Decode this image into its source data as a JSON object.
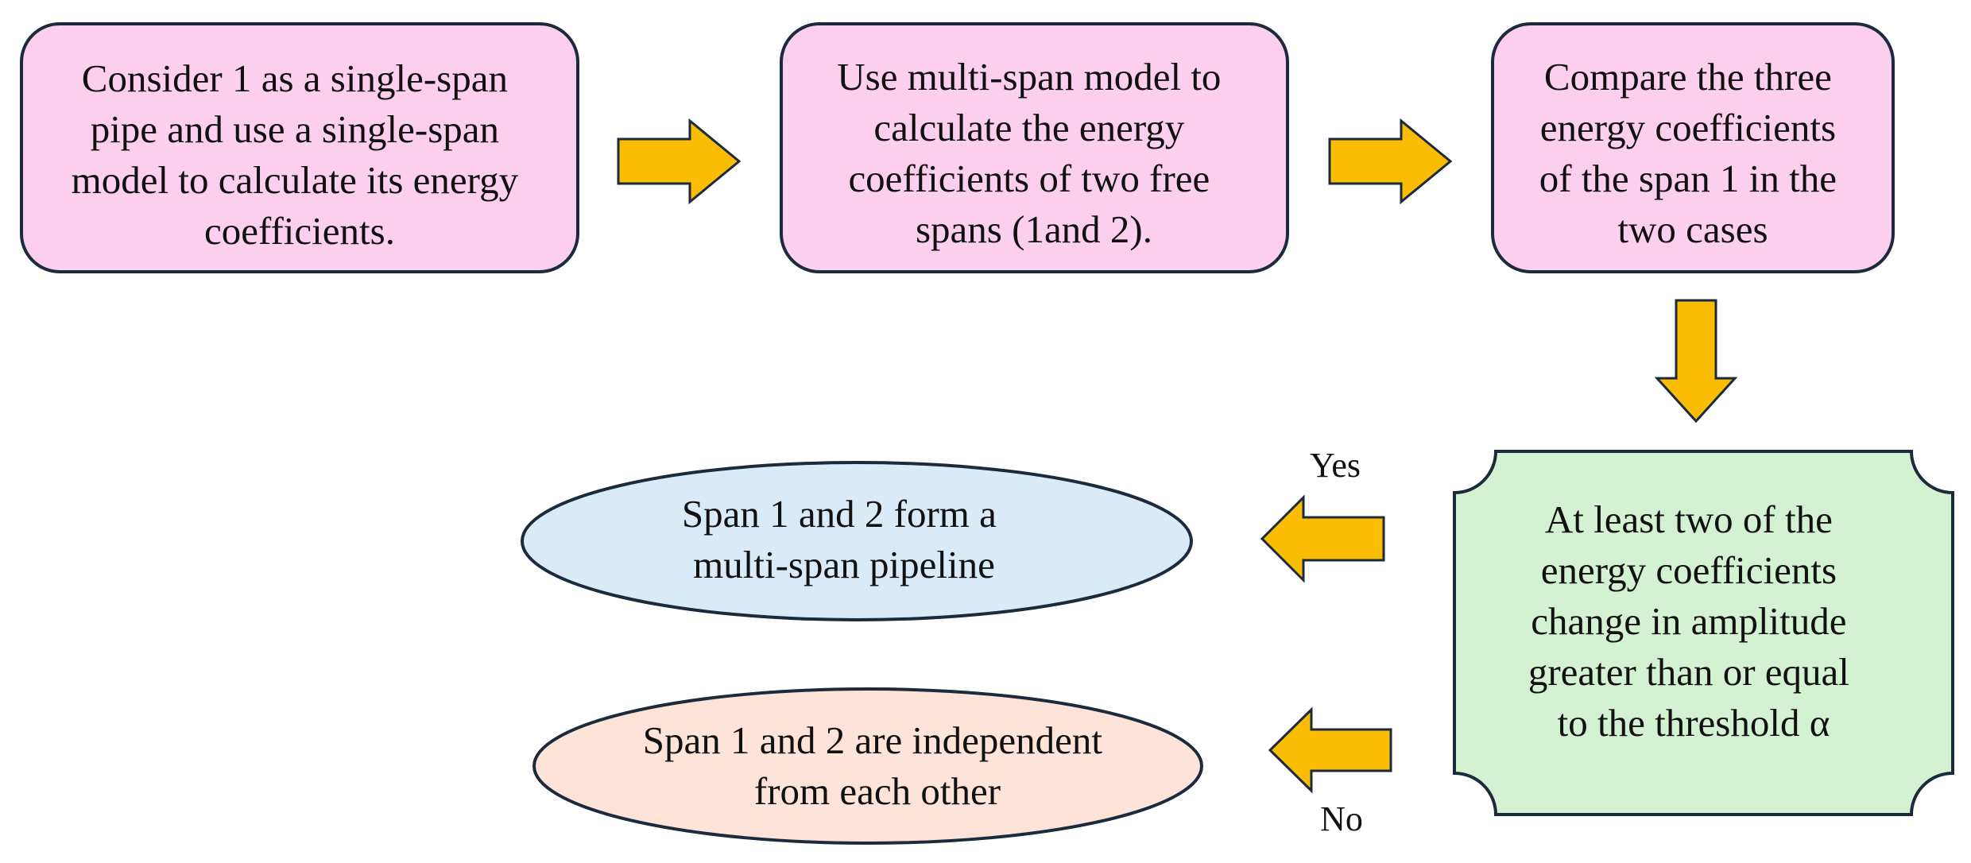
{
  "colors": {
    "step_box_fill": "#fccfec",
    "step_box_stroke": "#1b2a3c",
    "decision_fill": "#d3f2d2",
    "result_multi_fill": "#d9ebf7",
    "result_independent_fill": "#fde3d8",
    "arrow_fill": "#fbbc04",
    "arrow_stroke": "#1b2a3c"
  },
  "steps": [
    {
      "lines": [
        "Consider 1 as a single-span",
        "pipe and use a single-span",
        "model to calculate its energy",
        "coefficients."
      ]
    },
    {
      "lines": [
        "Use multi-span model to",
        "calculate the energy",
        "coefficients of two free",
        "spans (1and 2)."
      ]
    },
    {
      "lines": [
        "Compare the three",
        "energy coefficients",
        "of the span 1 in the",
        "two cases"
      ]
    }
  ],
  "decision": {
    "lines": [
      "At least two of the",
      "energy coefficients",
      "change in amplitude",
      "greater than or equal",
      "to the threshold α"
    ]
  },
  "outcomes": {
    "yes_label": "Yes",
    "no_label": "No",
    "multi_span": {
      "lines": [
        "Span 1 and 2 form a",
        "multi-span pipeline"
      ]
    },
    "independent": {
      "lines": [
        "Span 1 and 2 are independent",
        "from each other"
      ]
    }
  }
}
